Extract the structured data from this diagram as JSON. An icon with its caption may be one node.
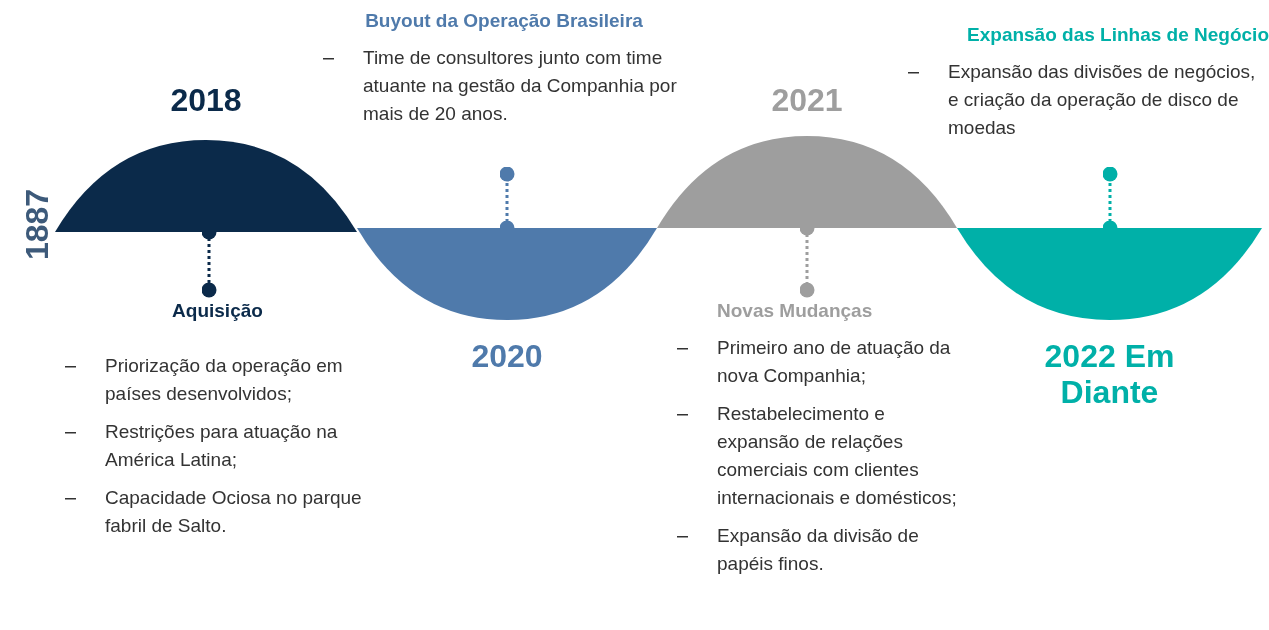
{
  "diagram": {
    "nodes": [
      {
        "text": [
          "2018"
        ]
      },
      {
        "text": [
          "Aquisição",
          "Priorização da operação em países desenvolvidos;",
          "Restrições para atuação na América Latina;",
          "Capacidade Ociosa no parque fabril de Salto."
        ]
      },
      {
        "text": [
          "2020"
        ]
      },
      {
        "text": [
          "Buyout da Operação Brasileira",
          "Time de consultores junto com time atuante na gestão da Companhia por mais de 20 anos."
        ]
      },
      {
        "text": [
          "2021"
        ]
      },
      {
        "text": [
          "Novas Mudanças",
          "Primeiro ano de atuação da nova Companhia;",
          "Restabelecimento e expansão de relações comerciais com clientes internacionais e domésticos;",
          "Expansão da divisão de papéis finos."
        ]
      },
      {
        "text": [
          "2022 Em Diante"
        ]
      },
      {
        "text": [
          "Expansão das Linhas de Negócio",
          "Expansão das divisões de negócios, e criação da operação de disco de moedas"
        ]
      }
    ],
    "edges": [
      {
        "from": 0,
        "to": 1,
        "arrow": "other",
        "style": "dashed",
        "color": "#0b2a4a"
      },
      {
        "from": 2,
        "to": 3,
        "arrow": "other",
        "style": "dashed",
        "color": "#4f7aab"
      },
      {
        "from": 4,
        "to": 5,
        "arrow": "other",
        "style": "dashed",
        "color": "#9e9e9e"
      },
      {
        "from": 6,
        "to": 7,
        "arrow": "other",
        "style": "dashed",
        "color": "#00b0a8"
      }
    ],
    "labels": [
      "1887"
    ]
  }
}
